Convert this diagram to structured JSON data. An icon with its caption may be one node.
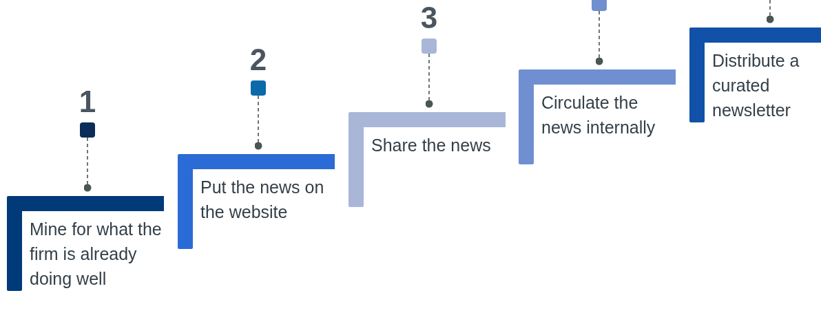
{
  "diagram": {
    "nodes": [
      {
        "text": [
          "Mine for what the firm is already doing well"
        ]
      },
      {
        "text": [
          "Put the news on the website"
        ]
      },
      {
        "text": [
          "Share the news"
        ]
      },
      {
        "text": [
          "Circulate the news internally"
        ]
      },
      {
        "text": [
          "Distribute a curated newsletter"
        ]
      },
      {
        "text": [],
        "shape": "box",
        "beside": [
          "1"
        ]
      },
      {
        "text": [],
        "shape": "box",
        "beside": [
          "2"
        ]
      },
      {
        "text": [],
        "shape": "box",
        "beside": [
          "3"
        ]
      },
      {
        "text": [],
        "shape": "box"
      }
    ],
    "edges": [
      {
        "from": 5,
        "to": 0,
        "arrow": "other",
        "style": "dashed"
      },
      {
        "from": 6,
        "to": 1,
        "arrow": "other",
        "style": "dashed"
      },
      {
        "from": 7,
        "to": 2,
        "arrow": "other",
        "style": "dashed"
      },
      {
        "from": 8,
        "to": 3,
        "arrow": "other",
        "style": "dashed"
      },
      {
        "from": null,
        "to": 4,
        "arrow": "other",
        "style": "dashed"
      }
    ]
  }
}
